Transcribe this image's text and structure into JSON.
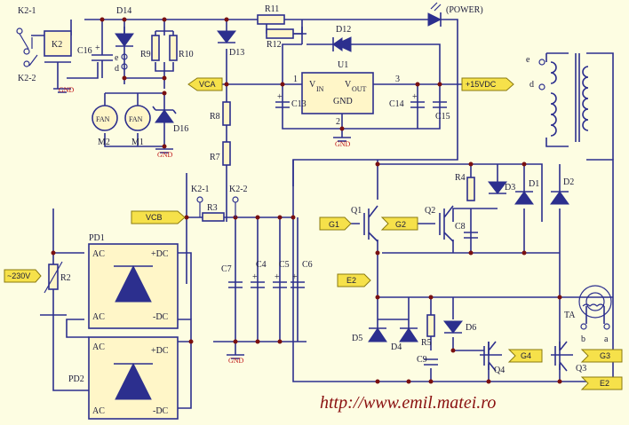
{
  "labels": {
    "k2_1_top": "K2-1",
    "k2_2_top": "K2-2",
    "k2": "K2",
    "c16": "C16",
    "d14": "D14",
    "e_top": "e",
    "d_top": "d",
    "r9": "R9",
    "r10": "R10",
    "d13": "D13",
    "r11": "R11",
    "r12": "R12",
    "power": "(POWER)",
    "d12": "D12",
    "u1": "U1",
    "vin_v": "V",
    "vin_sub": "IN",
    "vout_v": "V",
    "vout_sub": "OUT",
    "u1_gnd": "GND",
    "pin1": "1",
    "pin2": "2",
    "pin3": "3",
    "c13": "C13",
    "c14": "C14",
    "c15": "C15",
    "fan": "FAN",
    "m2": "M2",
    "m1": "M1",
    "d16": "D16",
    "r8": "R8",
    "r7": "R7",
    "k2_1_mid": "K2-1",
    "k2_2_mid": "K2-2",
    "r3": "R3",
    "pd1": "PD1",
    "pd2": "PD2",
    "ac": "AC",
    "plus_dc": "+DC",
    "minus_dc": "-DC",
    "r2": "R2",
    "c7": "C7",
    "c4": "C4",
    "c5": "C5",
    "c6": "C6",
    "q1": "Q1",
    "q2": "Q2",
    "c8": "C8",
    "r4": "R4",
    "d3": "D3",
    "d1": "D1",
    "d2": "D2",
    "e_tr": "e",
    "d_tr": "d",
    "d5": "D5",
    "d4": "D4",
    "r5": "R5",
    "d6": "D6",
    "c9": "C9",
    "q4": "Q4",
    "q3": "Q3",
    "ta": "TA",
    "b": "b",
    "a": "a",
    "plus": "+",
    "gnd": "GND"
  },
  "tags": {
    "vca": "VCA",
    "v15": "+15VDC",
    "vcb": "VCB",
    "ac230": "~230V",
    "g1": "G1",
    "g2": "G2",
    "e2_mid": "E2",
    "g4": "G4",
    "g3": "G3",
    "e2_bot": "E2"
  },
  "url": "http://www.emil.matei.ro"
}
